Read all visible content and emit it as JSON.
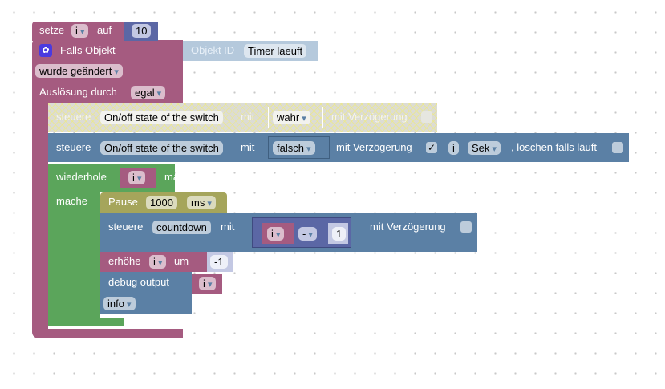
{
  "set_block": {
    "label": "setze",
    "var": "i",
    "to": "auf",
    "value": "10"
  },
  "trigger": {
    "icon": "gear-icon",
    "label": "Falls Objekt",
    "object_label": "Objekt ID",
    "object_value": "Timer laeuft",
    "event": "wurde geändert",
    "by_label": "Auslösung durch",
    "by_value": "egal"
  },
  "control_disabled": {
    "label": "steuere",
    "target": "On/off state of the switch",
    "with": "mit",
    "value": "wahr",
    "delay_label": "mit Verzögerung"
  },
  "control_enabled": {
    "label": "steuere",
    "target": "On/off state of the switch",
    "with": "mit",
    "value": "falsch",
    "delay_label": "mit Verzögerung",
    "delay_checked": "✓",
    "delay_value": "i",
    "unit": "Sek",
    "clear_label": ", löschen falls läuft"
  },
  "repeat": {
    "label": "wiederhole",
    "var": "i",
    "times": "mal:",
    "do": "mache"
  },
  "pause": {
    "label": "Pause",
    "value": "1000",
    "unit": "ms"
  },
  "control_countdown": {
    "label": "steuere",
    "target": "countdown",
    "with": "mit",
    "var": "i",
    "op": "-",
    "num": "1",
    "delay_label": "mit Verzögerung"
  },
  "increment": {
    "label": "erhöhe",
    "var": "i",
    "by": "um",
    "value": "-1"
  },
  "debug": {
    "label": "debug output",
    "var": "i",
    "level": "info"
  }
}
